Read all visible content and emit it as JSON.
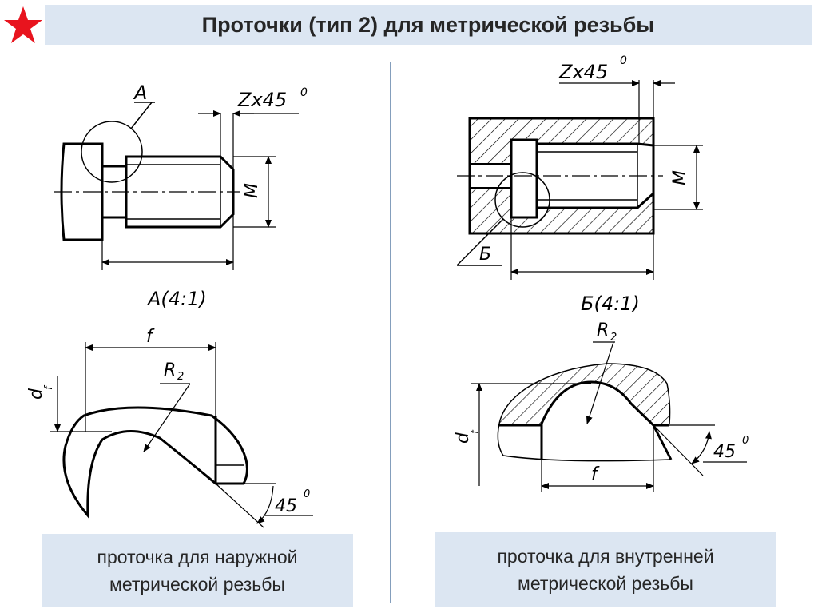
{
  "title": "Проточки (тип 2) для метрической резьбы",
  "labels": {
    "a": "А",
    "b": "Б",
    "z45_left": "Zx45",
    "z45_right": "Zx45",
    "deg": "0",
    "m_left": "M",
    "m_right": "M",
    "detail_a": "А(4:1)",
    "detail_b": "Б(4:1)",
    "f_left": "f",
    "f_right": "f",
    "r2_left": "R",
    "r2_right": "R",
    "r_sub": "2",
    "df_left": "d",
    "df_right": "d",
    "df_sub": "f",
    "angle_left": "45",
    "angle_right": "45"
  },
  "captions": {
    "left": [
      "проточка для наружной",
      "метрической резьбы"
    ],
    "right": [
      "проточка для внутренней",
      "метрической резьбы"
    ]
  },
  "colors": {
    "title_bg": "#dce6f2",
    "caption_bg": "#dce6f2",
    "star": "#e8141e",
    "divider": "#5b7fa6"
  },
  "icons": {
    "star": "red-star-icon"
  }
}
